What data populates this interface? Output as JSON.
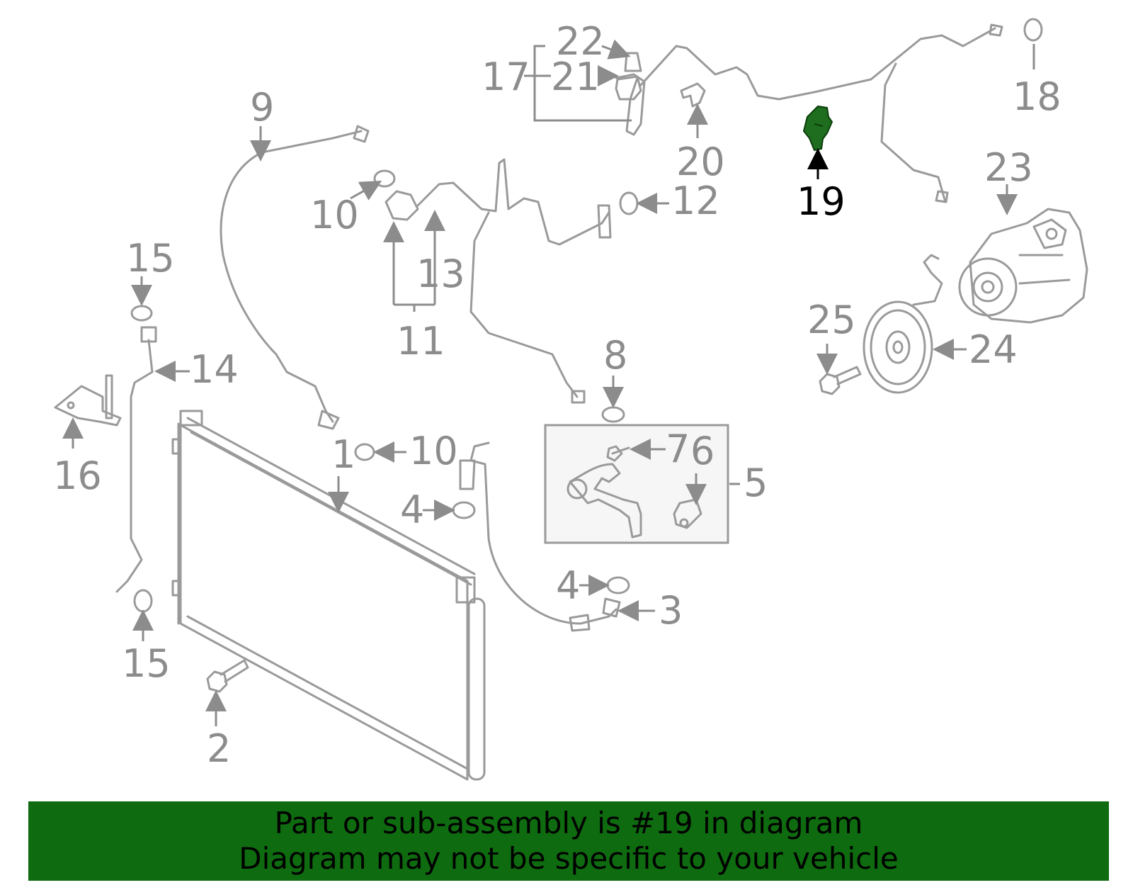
{
  "callouts": {
    "n1": "1",
    "n2": "2",
    "n3": "3",
    "n4a": "4",
    "n4b": "4",
    "n5": "5",
    "n6": "6",
    "n7": "7",
    "n8": "8",
    "n9": "9",
    "n10a": "10",
    "n10b": "10",
    "n11": "11",
    "n12": "12",
    "n13": "13",
    "n14": "14",
    "n15a": "15",
    "n15b": "15",
    "n16": "16",
    "n17": "17",
    "n18": "18",
    "n19": "19",
    "n20": "20",
    "n21": "21",
    "n22": "22",
    "n23": "23",
    "n24": "24",
    "n25": "25"
  },
  "highlight": {
    "part_number": "19",
    "color": "#1f6e1f"
  },
  "banner": {
    "line1": "Part or sub-assembly is #19 in diagram",
    "line2": "Diagram may not be specific to your vehicle",
    "background": "#0f6b0f"
  }
}
